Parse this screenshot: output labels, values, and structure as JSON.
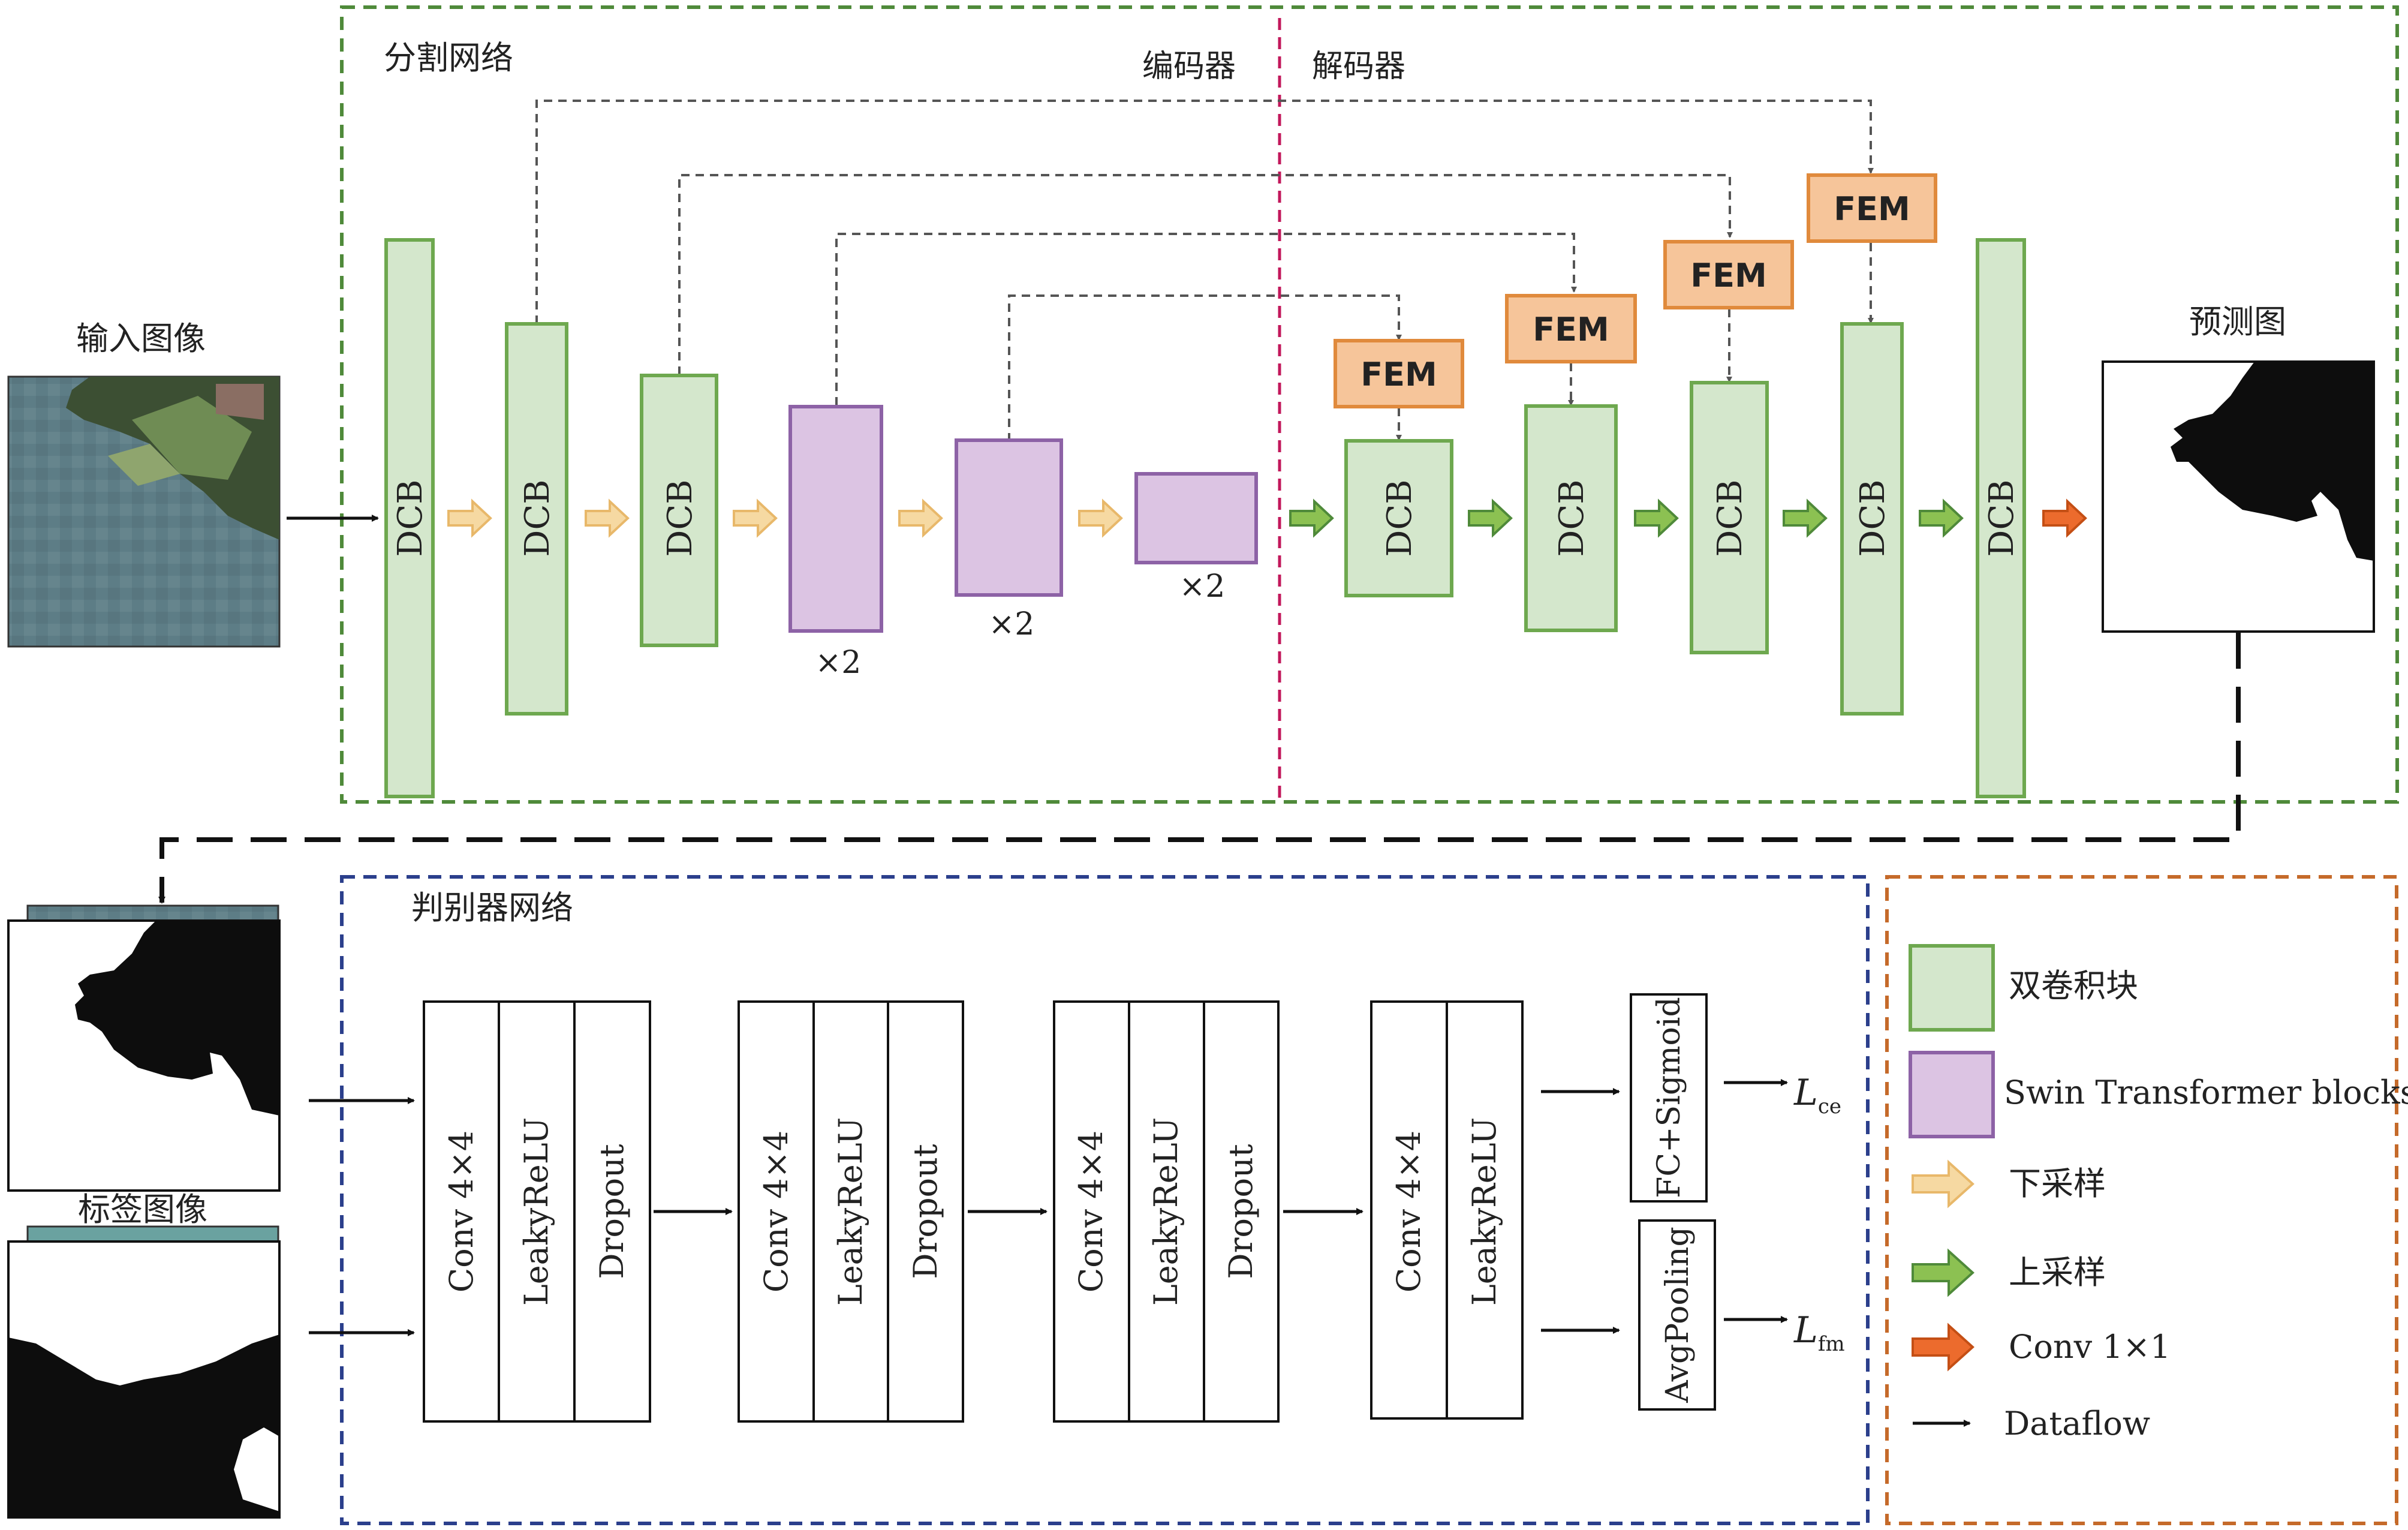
{
  "labels": {
    "segmentation_network": "分割网络",
    "encoder": "编码器",
    "decoder": "解码器",
    "input_image": "输入图像",
    "prediction_map": "预测图",
    "label_image": "标签图像",
    "discriminator_network": "判别器网络"
  },
  "blocks": {
    "dcb": "DCB",
    "fem": "FEM",
    "times2": "×2"
  },
  "disc": {
    "conv": "Conv 4×4",
    "leaky": "LeakyReLU",
    "dropout": "Dropout",
    "fc": "FC+Sigmoid",
    "avgpool": "AvgPooling",
    "l_ce_main": "L",
    "l_ce_sub": "ce",
    "l_fm_main": "L",
    "l_fm_sub": "fm"
  },
  "legend": {
    "double_conv": "双卷积块",
    "swin": "Swin Transformer blocks",
    "downsample": "下采样",
    "upsample": "上采样",
    "conv1x1": "Conv 1×1",
    "dataflow": "Dataflow"
  },
  "colors": {
    "green_border": "#4f8a3a",
    "blue_border": "#2b3f8c",
    "orange_border": "#c56a2a",
    "divider": "#c2185b",
    "dcb_fill": "#d4e7cc",
    "dcb_stroke": "#6ea84f",
    "swin_fill": "#dcc4e3",
    "swin_stroke": "#8d62a6",
    "fem_fill": "#f6c59a",
    "fem_stroke": "#e08a3c",
    "down_arrow": "#f6d9a2",
    "up_arrow": "#8cc152",
    "conv_arrow": "#ec6b2d"
  }
}
